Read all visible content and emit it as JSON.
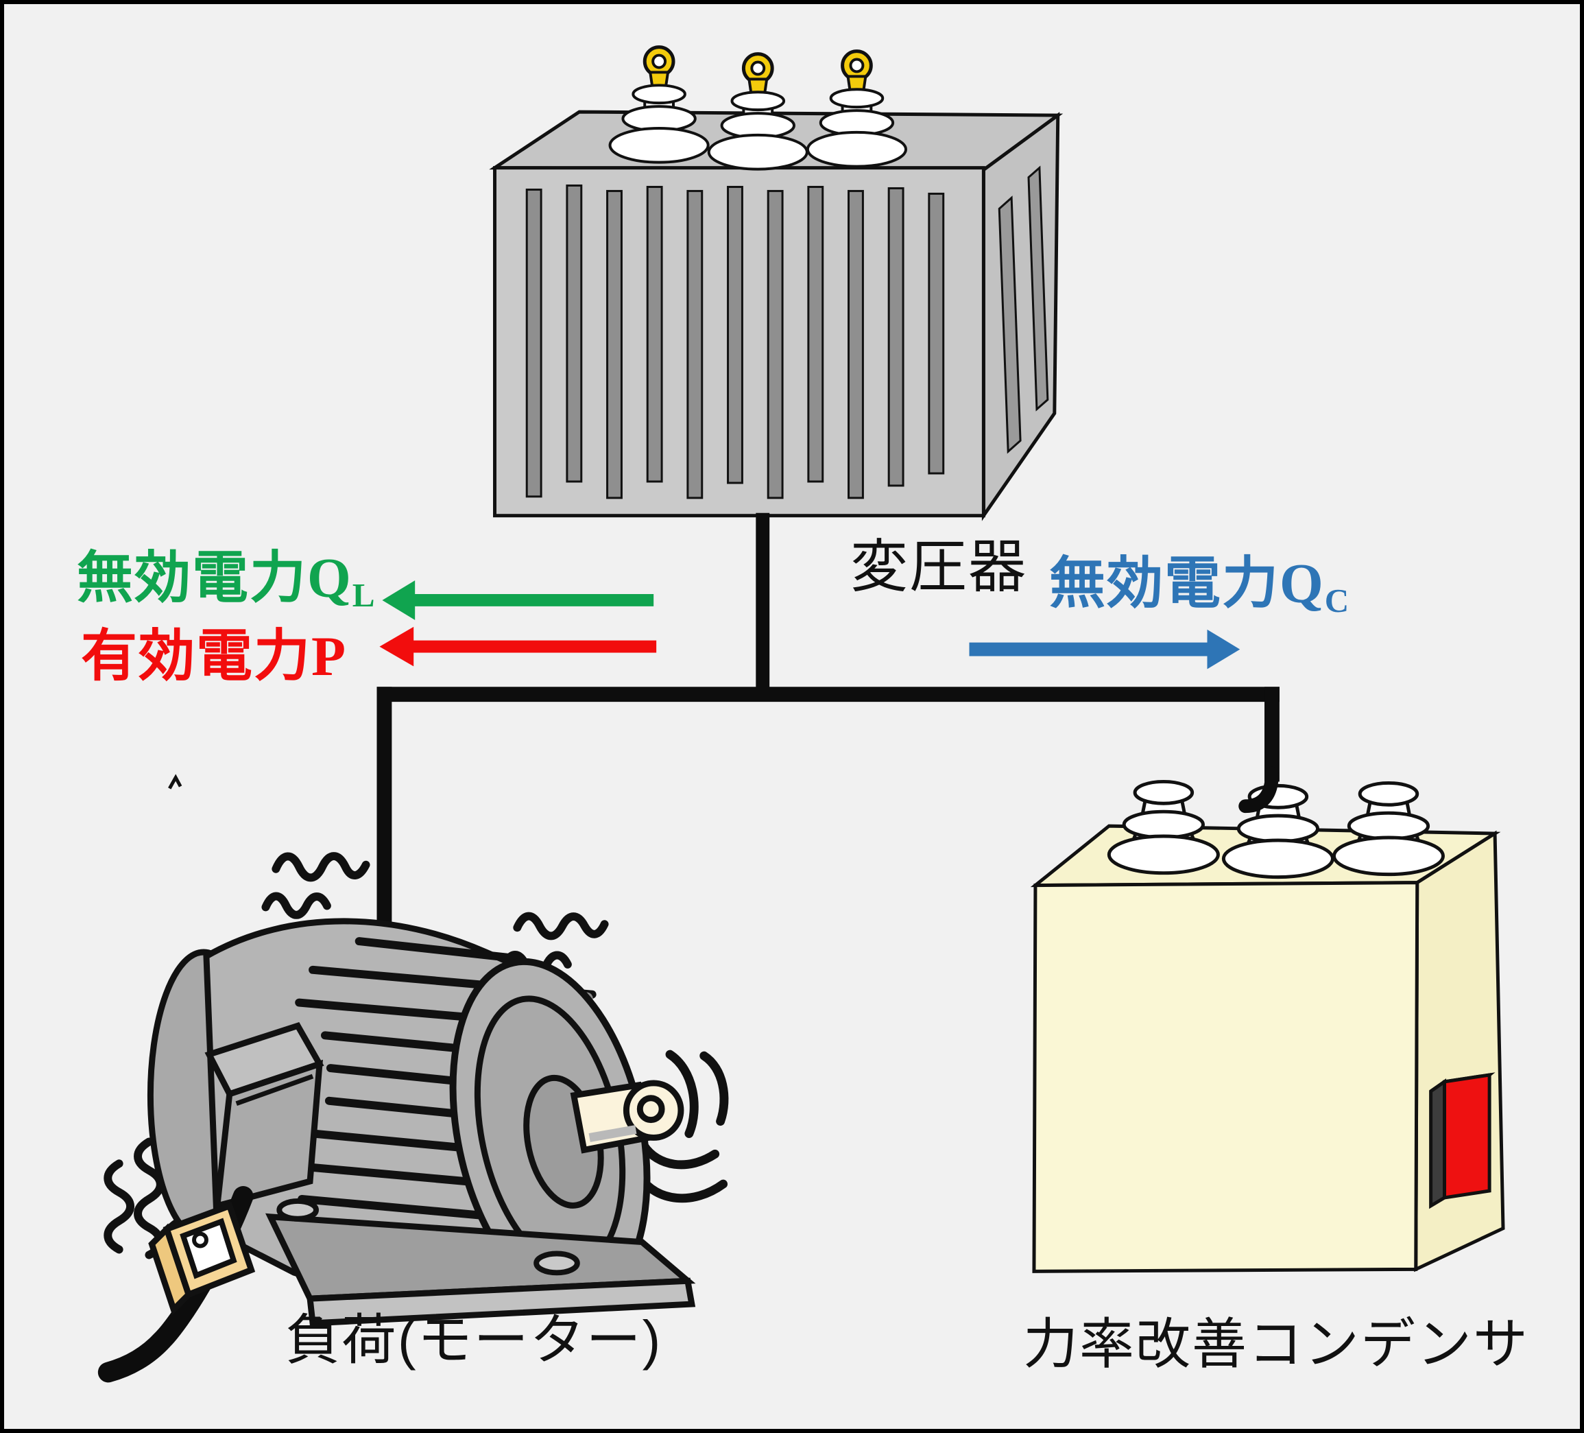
{
  "labels": {
    "transformer": "変圧器",
    "load": "負荷(モーター)",
    "capacitor": "力率改善コンデンサ",
    "reactive_inductive": {
      "main": "無効電力Q",
      "sub": "L"
    },
    "active": {
      "main": "有効電力P"
    },
    "reactive_capacitive": {
      "main": "無効電力Q",
      "sub": "C"
    }
  },
  "arrows": [
    {
      "id": "reactive-power-ql",
      "direction": "left",
      "color_ref": "green"
    },
    {
      "id": "active-power-p",
      "direction": "left",
      "color_ref": "red"
    },
    {
      "id": "reactive-power-qc",
      "direction": "right",
      "color_ref": "blue"
    }
  ],
  "colors": {
    "background": "#f1f1f1",
    "green": "#10a44f",
    "red": "#f20d0d",
    "blue": "#2e75b6",
    "wire_black": "#0d0d0d",
    "terminal_yellow": "#f3cb0c",
    "capacitor_cream_front": "#faf7d5",
    "capacitor_cream_top": "#f7f3cd",
    "capacitor_cream_side": "#f4efc5",
    "switch_red": "#ee1111",
    "plug_tan": "#f6d696"
  }
}
